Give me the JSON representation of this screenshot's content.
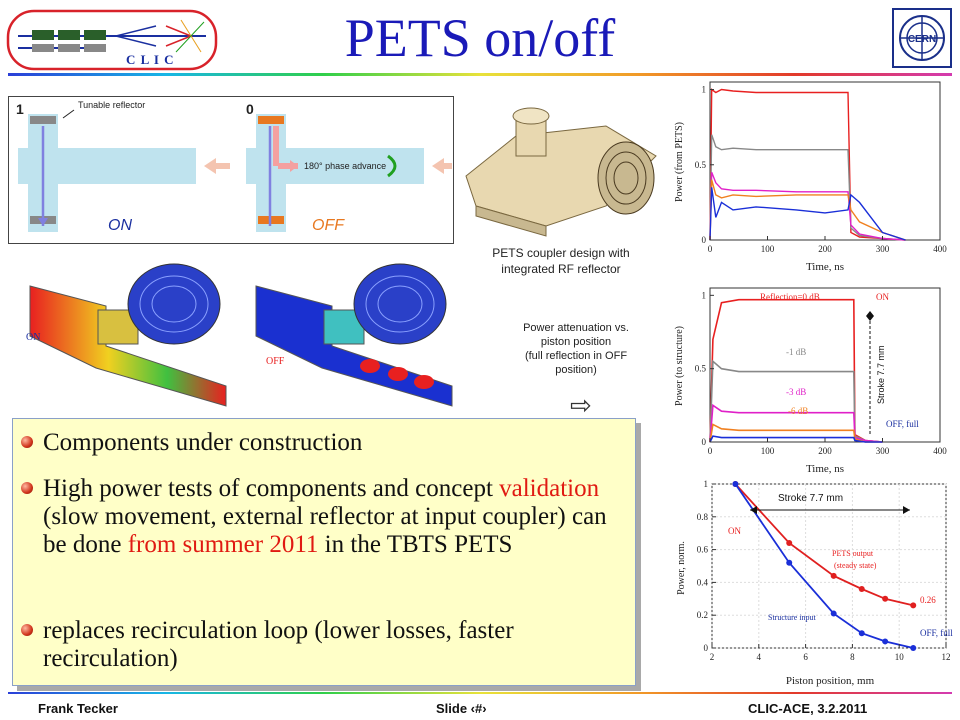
{
  "slide": {
    "title": "PETS on/off",
    "clic_logo_text": "C L I C",
    "cern_logo_text": "CERN"
  },
  "schematic": {
    "left_marker": "1",
    "right_marker": "0",
    "tunable_label": "Tunable reflector",
    "phase_label": "180° phase advance",
    "on_label": "ON",
    "off_label": "OFF"
  },
  "sims": {
    "on_label": "ON",
    "off_label": "OFF"
  },
  "coupler_caption": {
    "line1": "PETS coupler design with",
    "line2": "integrated RF reflector"
  },
  "attenuation_caption": {
    "line1": "Power attenuation vs.",
    "line2": "piston position",
    "line3": "(full reflection in OFF",
    "line4": "position)"
  },
  "arrow_glyph": "⇨",
  "bullets": [
    {
      "text": "Components under construction"
    },
    {
      "text_a": "High power tests of components and concept ",
      "text_red1": "validation",
      "text_b": " (slow movement, external reflector at input coupler) can be done ",
      "text_red2": "from summer 2011",
      "text_c": " in the TBTS PETS"
    },
    {
      "text": "replaces recirculation loop (lower losses, faster recirculation)"
    }
  ],
  "footer": {
    "author": "Frank Tecker",
    "slide": "Slide ‹#›",
    "event": "CLIC-ACE, 3.2.2011"
  },
  "colors": {
    "title": "#1a1ab8",
    "highlight": "#e01a12",
    "bullet_bg": "#ffffc8"
  },
  "chart_data": [
    {
      "type": "line",
      "ylabel": "Power (from PETS)",
      "xlabel": "Time, ns",
      "xlim": [
        0,
        400
      ],
      "ylim": [
        0,
        1.05
      ],
      "xticks": [
        "0",
        "100",
        "200",
        "300",
        "400"
      ],
      "yticks": [
        "0",
        "0.5",
        "1"
      ],
      "series": [
        {
          "color": "#e82020",
          "x": [
            0,
            3,
            10,
            20,
            40,
            80,
            150,
            200,
            240,
            245,
            260,
            300,
            340
          ],
          "y": [
            0,
            1.0,
            0.98,
            1.0,
            0.99,
            0.98,
            0.98,
            0.98,
            0.98,
            0.05,
            0.02,
            0.01,
            0.0
          ]
        },
        {
          "color": "#888888",
          "x": [
            0,
            3,
            10,
            20,
            40,
            80,
            150,
            200,
            240,
            245,
            260,
            300,
            340
          ],
          "y": [
            0,
            0.7,
            0.62,
            0.6,
            0.61,
            0.6,
            0.6,
            0.6,
            0.6,
            0.08,
            0.03,
            0.01,
            0.0
          ]
        },
        {
          "color": "#e020c8",
          "x": [
            0,
            3,
            10,
            20,
            40,
            80,
            150,
            200,
            240,
            245,
            260,
            300,
            340
          ],
          "y": [
            0,
            0.45,
            0.38,
            0.34,
            0.33,
            0.33,
            0.32,
            0.32,
            0.32,
            0.1,
            0.04,
            0.01,
            0.0
          ]
        },
        {
          "color": "#f08020",
          "x": [
            0,
            3,
            10,
            20,
            40,
            80,
            150,
            200,
            240,
            245,
            260,
            300,
            340
          ],
          "y": [
            0,
            0.4,
            0.3,
            0.28,
            0.3,
            0.29,
            0.3,
            0.3,
            0.3,
            0.2,
            0.12,
            0.05,
            0.0
          ]
        },
        {
          "color": "#1a2fd8",
          "x": [
            0,
            3,
            10,
            20,
            40,
            80,
            150,
            200,
            240,
            245,
            260,
            300,
            340
          ],
          "y": [
            0,
            0.35,
            0.15,
            0.25,
            0.2,
            0.22,
            0.2,
            0.18,
            0.2,
            0.3,
            0.25,
            0.05,
            0.0
          ]
        }
      ]
    },
    {
      "type": "line",
      "ylabel": "Power (to structure)",
      "xlabel": "Time, ns",
      "xlim": [
        0,
        400
      ],
      "ylim": [
        0,
        1.05
      ],
      "xticks": [
        "0",
        "100",
        "200",
        "300",
        "400"
      ],
      "yticks": [
        "0",
        "0.5",
        "1"
      ],
      "annotations": [
        "Reflection=0 dB",
        "ON",
        "-1 dB",
        "-3 dB",
        "-6 dB",
        "Stroke 7.7 mm",
        "OFF, full"
      ],
      "series": [
        {
          "name": "Reflection=0 dB",
          "color": "#e82020",
          "x": [
            0,
            5,
            20,
            50,
            100,
            150,
            200,
            250,
            252,
            270,
            300
          ],
          "y": [
            0,
            0.7,
            0.95,
            0.97,
            0.97,
            0.97,
            0.97,
            0.97,
            0.05,
            0.01,
            0.0
          ]
        },
        {
          "name": "-1 dB",
          "color": "#888888",
          "x": [
            0,
            5,
            20,
            50,
            100,
            150,
            200,
            250,
            252,
            270,
            300
          ],
          "y": [
            0,
            0.55,
            0.5,
            0.48,
            0.48,
            0.48,
            0.48,
            0.48,
            0.04,
            0.01,
            0.0
          ]
        },
        {
          "name": "-3 dB",
          "color": "#e020c8",
          "x": [
            0,
            5,
            20,
            50,
            100,
            150,
            200,
            250,
            252,
            270,
            300
          ],
          "y": [
            0,
            0.25,
            0.21,
            0.2,
            0.2,
            0.2,
            0.2,
            0.2,
            0.03,
            0.01,
            0.0
          ]
        },
        {
          "name": "-6 dB",
          "color": "#f08020",
          "x": [
            0,
            5,
            20,
            50,
            100,
            150,
            200,
            250,
            252,
            270,
            300
          ],
          "y": [
            0,
            0.12,
            0.09,
            0.08,
            0.08,
            0.08,
            0.08,
            0.08,
            0.02,
            0.0,
            0.0
          ]
        },
        {
          "color": "#1a2fd8",
          "x": [
            0,
            5,
            20,
            50,
            100,
            150,
            200,
            250,
            252,
            270,
            300
          ],
          "y": [
            0,
            0.04,
            0.03,
            0.03,
            0.03,
            0.03,
            0.03,
            0.03,
            0.01,
            0.0,
            0.0
          ]
        }
      ]
    },
    {
      "type": "line",
      "ylabel": "Power, norm.",
      "xlabel": "Piston position, mm",
      "xlim": [
        2,
        12
      ],
      "ylim": [
        0,
        1
      ],
      "xticks": [
        "2",
        "4",
        "6",
        "8",
        "10",
        "12"
      ],
      "yticks": [
        "0",
        "0.2",
        "0.4",
        "0.6",
        "0.8",
        "1"
      ],
      "annotations": [
        "Stroke 7.7 mm",
        "ON",
        "PETS output",
        "(steady state)",
        "0.26",
        "Structure input",
        "OFF, full"
      ],
      "series": [
        {
          "name": "PETS output (steady state)",
          "color": "#e02020",
          "x": [
            3,
            5.3,
            7.2,
            8.4,
            9.4,
            10.6
          ],
          "y": [
            1.0,
            0.64,
            0.44,
            0.36,
            0.3,
            0.26
          ]
        },
        {
          "name": "Structure input",
          "color": "#1a2fd8",
          "x": [
            3,
            5.3,
            7.2,
            8.4,
            9.4,
            10.6
          ],
          "y": [
            1.0,
            0.52,
            0.21,
            0.09,
            0.04,
            0.0
          ]
        }
      ]
    }
  ]
}
